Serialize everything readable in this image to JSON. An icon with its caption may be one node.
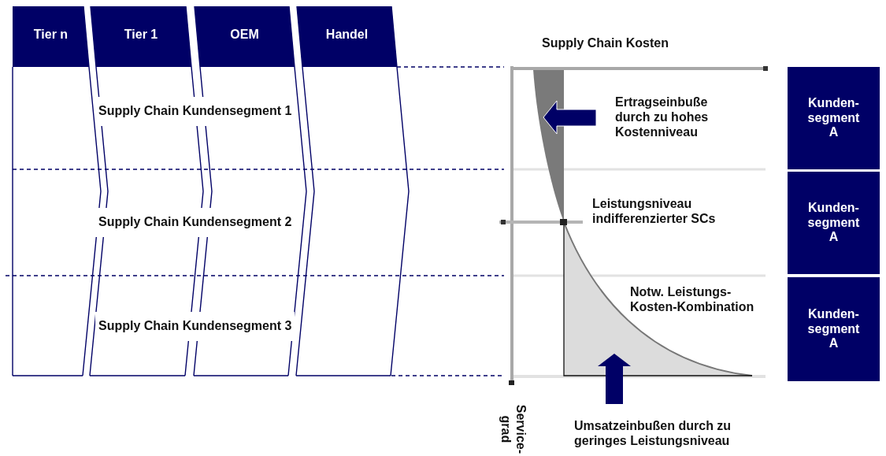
{
  "diagram": {
    "nodes": [
      {
        "text": [
          "Tier n"
        ]
      },
      {
        "text": [
          "Tier 1"
        ]
      },
      {
        "text": [
          "OEM"
        ]
      },
      {
        "text": [
          "Handel"
        ]
      },
      {
        "text": [
          "Kunden- segment A"
        ]
      },
      {
        "text": [
          "Kunden- segment A"
        ]
      },
      {
        "text": [
          "Kunden- segment A"
        ]
      }
    ],
    "labels": [
      "Supply Chain Kosten",
      "Supply Chain Kundensegment 1",
      "Ertragseinbuße durch zu hohes Kostenniveau",
      "Supply Chain Kundensegment 2",
      "Leistungsniveau indifferenzierter SCs",
      "Notw. Leistungs- Kosten-Kombination",
      "Supply Chain Kundensegment 3",
      "Service- grad",
      "Umsatzeinbußen durch zu geringes Leistungsniveau"
    ]
  }
}
